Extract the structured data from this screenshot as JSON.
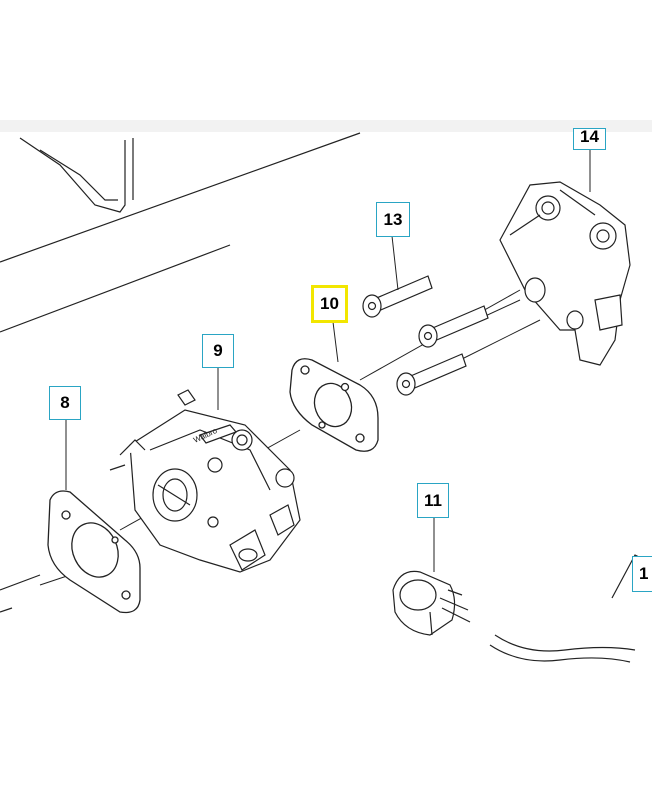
{
  "callouts": {
    "c8": "8",
    "c9": "9",
    "c10": "10",
    "c11": "11",
    "c13": "13",
    "c14": "14",
    "c1": "1"
  },
  "selected_callout": "10",
  "colors": {
    "callout_border": "#2aa5c4",
    "selected_border": "#f2e600",
    "line": "#222222"
  },
  "carburetor_brand": "Walbro"
}
